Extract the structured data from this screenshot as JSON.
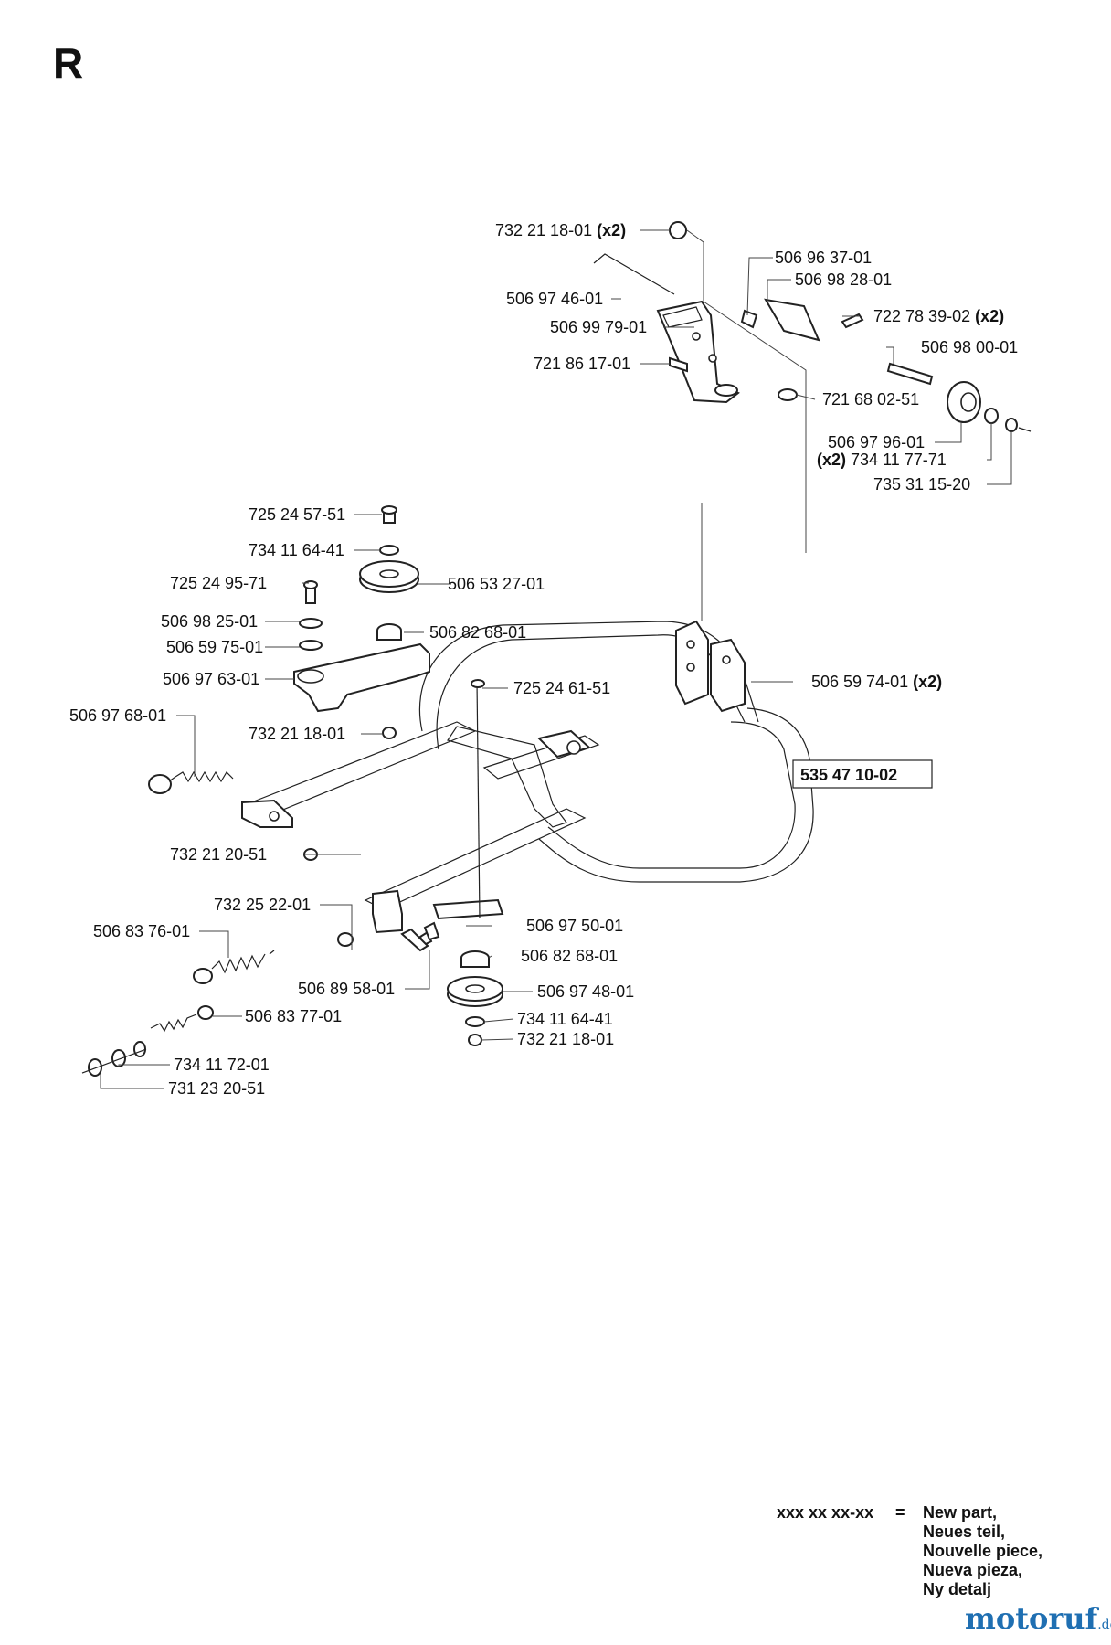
{
  "section_letter": "R",
  "assembly_number": "535 47 10-02",
  "parts": [
    {
      "id": "p1",
      "number": "732 21 18-01",
      "qty": "(x2)"
    },
    {
      "id": "p2",
      "number": "506 96 37-01",
      "qty": ""
    },
    {
      "id": "p3",
      "number": "506 98 28-01",
      "qty": ""
    },
    {
      "id": "p4",
      "number": "506 97 46-01",
      "qty": ""
    },
    {
      "id": "p5",
      "number": "722 78 39-02",
      "qty": "(x2)"
    },
    {
      "id": "p6",
      "number": "506 99 79-01",
      "qty": ""
    },
    {
      "id": "p7",
      "number": "506 98 00-01",
      "qty": ""
    },
    {
      "id": "p8",
      "number": "721 86 17-01",
      "qty": ""
    },
    {
      "id": "p9",
      "number": "721 68 02-51",
      "qty": ""
    },
    {
      "id": "p10",
      "number": "506 97 96-01",
      "qty": ""
    },
    {
      "id": "p11",
      "number": "734 11 77-71",
      "qty": "(x2)"
    },
    {
      "id": "p12",
      "number": "735 31 15-20",
      "qty": ""
    },
    {
      "id": "p13",
      "number": "725 24 57-51",
      "qty": ""
    },
    {
      "id": "p14",
      "number": "734 11 64-41",
      "qty": ""
    },
    {
      "id": "p15",
      "number": "725 24 95-71",
      "qty": ""
    },
    {
      "id": "p16",
      "number": "506 53 27-01",
      "qty": ""
    },
    {
      "id": "p17",
      "number": "506 98 25-01",
      "qty": ""
    },
    {
      "id": "p18",
      "number": "506 82 68-01",
      "qty": ""
    },
    {
      "id": "p19",
      "number": "506 59 75-01",
      "qty": ""
    },
    {
      "id": "p20",
      "number": "506 97 63-01",
      "qty": ""
    },
    {
      "id": "p21",
      "number": "506 59 74-01",
      "qty": "(x2)"
    },
    {
      "id": "p22",
      "number": "725 24 61-51",
      "qty": ""
    },
    {
      "id": "p23",
      "number": "506 97 68-01",
      "qty": ""
    },
    {
      "id": "p24",
      "number": "732 21 18-01",
      "qty": ""
    },
    {
      "id": "p25",
      "number": "732 21 20-51",
      "qty": ""
    },
    {
      "id": "p26",
      "number": "732 25 22-01",
      "qty": ""
    },
    {
      "id": "p27",
      "number": "506 83 76-01",
      "qty": ""
    },
    {
      "id": "p28",
      "number": "506 97 50-01",
      "qty": ""
    },
    {
      "id": "p29",
      "number": "506 82 68-01",
      "qty": ""
    },
    {
      "id": "p30",
      "number": "506 89 58-01",
      "qty": ""
    },
    {
      "id": "p31",
      "number": "506 97 48-01",
      "qty": ""
    },
    {
      "id": "p32",
      "number": "506 83 77-01",
      "qty": ""
    },
    {
      "id": "p33",
      "number": "734 11 64-41",
      "qty": ""
    },
    {
      "id": "p34",
      "number": "732 21 18-01",
      "qty": ""
    },
    {
      "id": "p35",
      "number": "734 11 72-01",
      "qty": ""
    },
    {
      "id": "p36",
      "number": "731 23 20-51",
      "qty": ""
    }
  ],
  "legend": {
    "code": "xxx xx xx-xx",
    "equals": "=",
    "lines": [
      "New part,",
      "Neues teil,",
      "Nouvelle piece,",
      "Nueva pieza,",
      "Ny detalj"
    ]
  },
  "watermark": {
    "brand_main": "motoruf",
    "brand_suffix": ".de"
  }
}
